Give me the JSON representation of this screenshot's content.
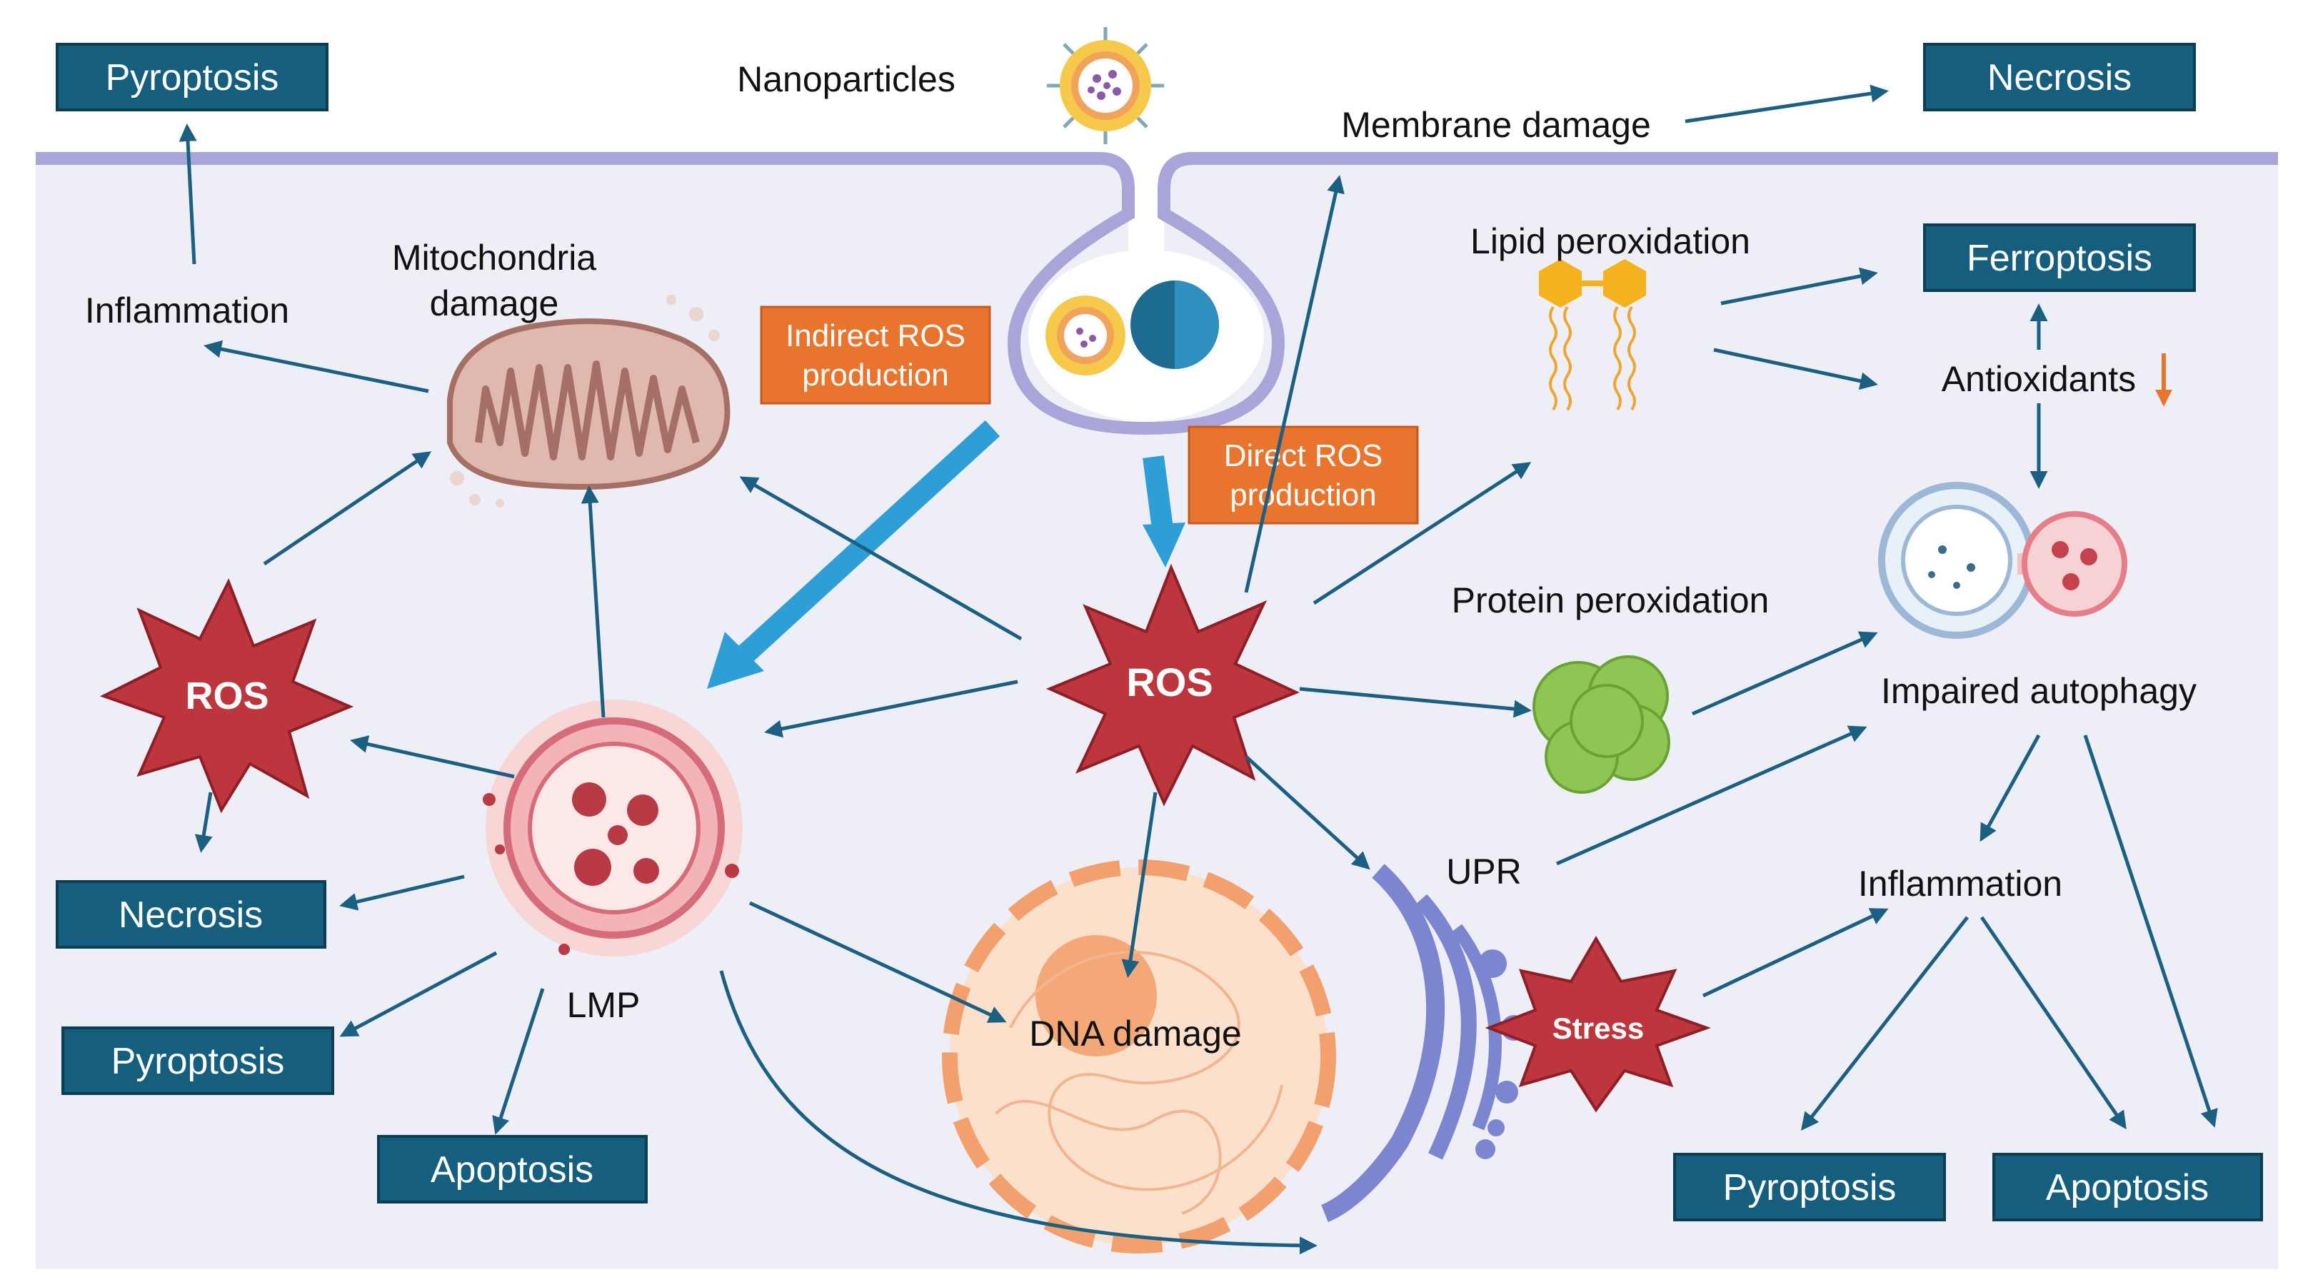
{
  "colors": {
    "cell_bg": "#eeeef6",
    "membrane": "#a9a5d8",
    "arrow": "#1b6082",
    "box_fill": "#155e7d",
    "orange": "#e9742e",
    "ros_red": "#bd353d",
    "thick_arrow": "#2e9fd6",
    "lysosome": "#e57e89",
    "nucleus": "#f4a878",
    "er": "#7c85cf",
    "protein": "#8dc653",
    "lipid_head": "#f5b21c"
  },
  "labels": {
    "nanoparticles": "Nanoparticles",
    "membrane_damage": "Membrane damage",
    "mitochondria_damage_line1": "Mitochondria",
    "mitochondria_damage_line2": "damage",
    "inflammation_left": "Inflammation",
    "lipid_peroxidation": "Lipid peroxidation",
    "antioxidants": "Antioxidants",
    "protein_peroxidation": "Protein peroxidation",
    "impaired_autophagy": "Impaired autophagy",
    "inflammation_right": "Inflammation",
    "upr": "UPR",
    "lmp": "LMP",
    "dna_damage": "DNA damage"
  },
  "orange_boxes": {
    "indirect_line1": "Indirect ROS",
    "indirect_line2": "production",
    "direct_line1": "Direct ROS",
    "direct_line2": "production"
  },
  "stars": {
    "ros_center": "ROS",
    "ros_left": "ROS",
    "stress": "Stress"
  },
  "outcome_boxes": {
    "pyroptosis_top_left": "Pyroptosis",
    "necrosis_top_right": "Necrosis",
    "ferroptosis": "Ferroptosis",
    "necrosis_left": "Necrosis",
    "pyroptosis_left": "Pyroptosis",
    "apoptosis_left": "Apoptosis",
    "pyroptosis_right": "Pyroptosis",
    "apoptosis_right": "Apoptosis"
  },
  "icons": {
    "nanoparticle": "nanoparticle-icon",
    "mitochondria": "mitochondrion-icon",
    "lysosome": "lysosome-icon",
    "nucleus": "nucleus-icon",
    "er": "endoplasmic-reticulum-icon",
    "lipid": "lipid-bilayer-icon",
    "protein": "protein-aggregate-icon",
    "autophagy": "autophagosome-icon",
    "down_arrow": "down-arrow-icon"
  }
}
